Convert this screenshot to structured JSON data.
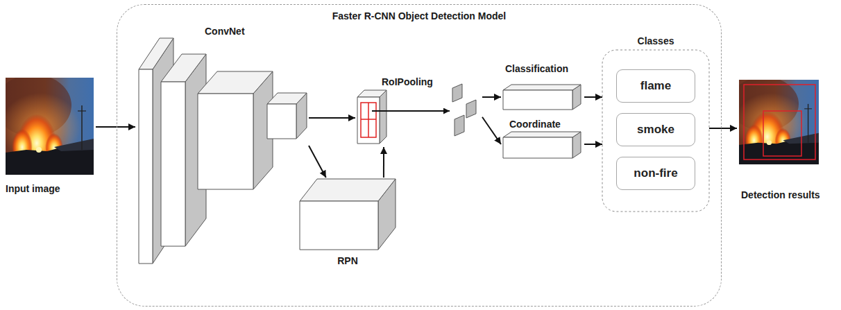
{
  "diagram": {
    "nodes": [
      {
        "text": [
          "Faster R-CNN Object Detection Model"
        ]
      },
      {
        "text": [
          "Input image"
        ]
      },
      {
        "text": [
          "ConvNet"
        ],
        "in": 0
      },
      {
        "text": [
          "RPN"
        ],
        "in": 0
      },
      {
        "text": [
          "RoIPooling"
        ],
        "in": 0
      },
      {
        "text": [
          "Classification"
        ],
        "in": 0
      },
      {
        "text": [
          "Coordinate"
        ],
        "in": 0
      },
      {
        "text": [
          "Classes"
        ],
        "in": 0
      },
      {
        "text": [
          "flame"
        ],
        "in": 7
      },
      {
        "text": [
          "smoke"
        ],
        "in": 7
      },
      {
        "text": [
          "non-fire"
        ],
        "in": 7
      },
      {
        "text": [
          "Detection results"
        ]
      }
    ],
    "edges": [
      {
        "from": 1,
        "to": 2,
        "arrow": "to"
      },
      {
        "from": 2,
        "to": 4,
        "arrow": "to"
      },
      {
        "from": 2,
        "to": 3,
        "arrow": "to"
      },
      {
        "from": 3,
        "to": 4,
        "arrow": "to"
      },
      {
        "from": 4,
        "to": 5,
        "arrow": "to"
      },
      {
        "from": 4,
        "to": 6,
        "arrow": "to"
      },
      {
        "from": 5,
        "to": 7,
        "arrow": "to"
      },
      {
        "from": 6,
        "to": 7,
        "arrow": "to"
      },
      {
        "from": 7,
        "to": 11,
        "arrow": "to"
      }
    ]
  }
}
